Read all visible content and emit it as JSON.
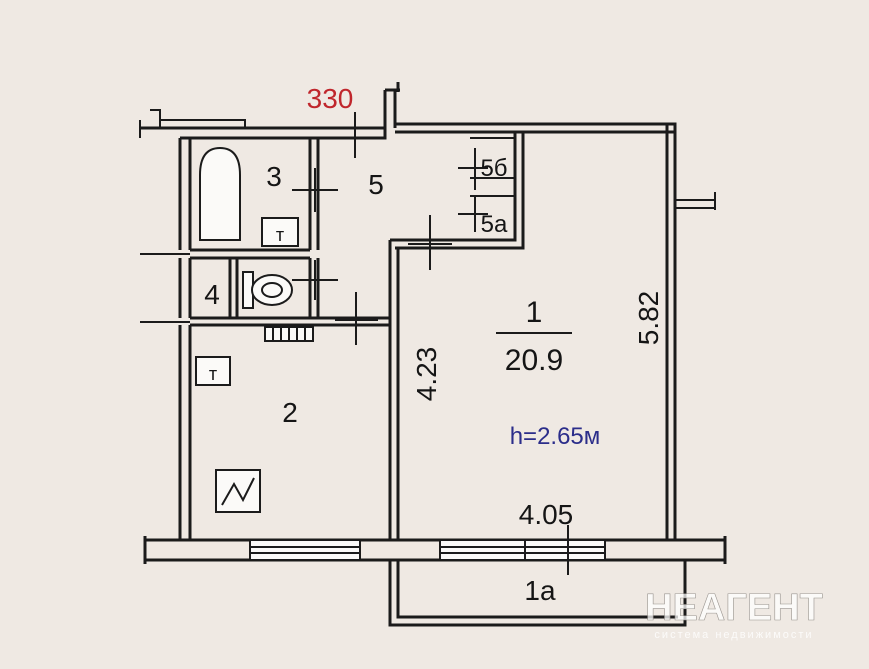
{
  "plan": {
    "top_dimension": "330",
    "rooms": {
      "r1_num": "1",
      "r1_area": "20.9",
      "r1a": "1а",
      "r2": "2",
      "r3": "3",
      "r4": "4",
      "r5": "5",
      "r5a": "5а",
      "r5b": "5б"
    },
    "dimensions": {
      "width_bottom": "4.05",
      "height_left": "4.23",
      "height_right": "5.82"
    },
    "ceiling_height": "h=2.65м"
  },
  "watermark": {
    "brand": "НЕАГЕНТ",
    "tagline": "система недвижимости"
  },
  "colors": {
    "ink": "#1b1b1b",
    "dimension_red": "#c0262c",
    "height_blue": "#2b2d8a",
    "paper": "#efe9e3"
  }
}
